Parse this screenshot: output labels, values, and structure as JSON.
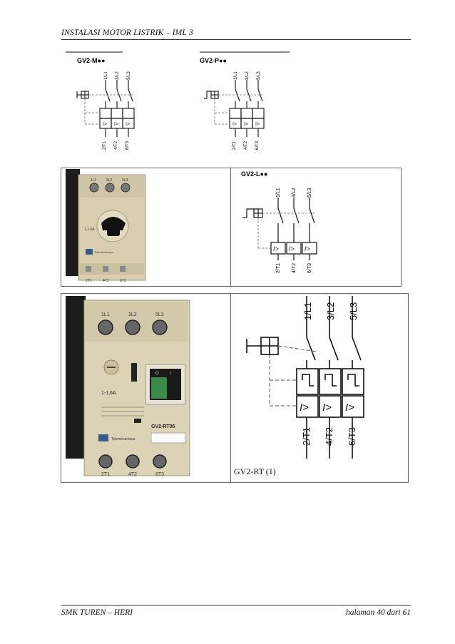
{
  "header": {
    "title": "INSTALASI MOTOR LISTRIK – IML 3"
  },
  "footer": {
    "left": "SMK TUREN – HERI",
    "right": "halaman 40 dari 61"
  },
  "diagrams": {
    "gv2m": {
      "title": "GV2-M●●",
      "terminals_top": [
        "1/L1",
        "3/L2",
        "5/L3"
      ],
      "terminals_bottom": [
        "2/T1",
        "4/T2",
        "6/T3"
      ]
    },
    "gv2p": {
      "title": "GV2-P●●",
      "terminals_top": [
        "1/L1",
        "3/L2",
        "5/L3"
      ],
      "terminals_bottom": [
        "2/T1",
        "4/T2",
        "6/T3"
      ]
    },
    "gv2l": {
      "title": "GV2-L●●",
      "terminals_top": [
        "1/L1",
        "3/L2",
        "5/L3"
      ],
      "terminals_bottom": [
        "2/T1",
        "4/T2",
        "6/T3"
      ]
    },
    "gv2rt": {
      "caption": "GV2-RT (1)",
      "terminals_top": [
        "1/L1",
        "3/L2",
        "5/L3"
      ],
      "terminals_bottom": [
        "2/T1",
        "4/T2",
        "6/T3"
      ]
    }
  },
  "devices": {
    "device1": {
      "top_terminals": [
        "1L1",
        "3L2",
        "5L3"
      ],
      "bottom_terminals": [
        "2T1",
        "4T2",
        "6T3"
      ],
      "rating": "1,1.6A",
      "brand": "Telemecanique"
    },
    "device2": {
      "top_terminals": [
        "1L1",
        "3L2",
        "5L3"
      ],
      "bottom_terminals": [
        "2T1",
        "4T2",
        "6T3"
      ],
      "rating": "1-1,6A",
      "model": "GV2-RT06",
      "brand": "Telemecanique",
      "switch_labels": [
        "O",
        "I"
      ]
    }
  }
}
